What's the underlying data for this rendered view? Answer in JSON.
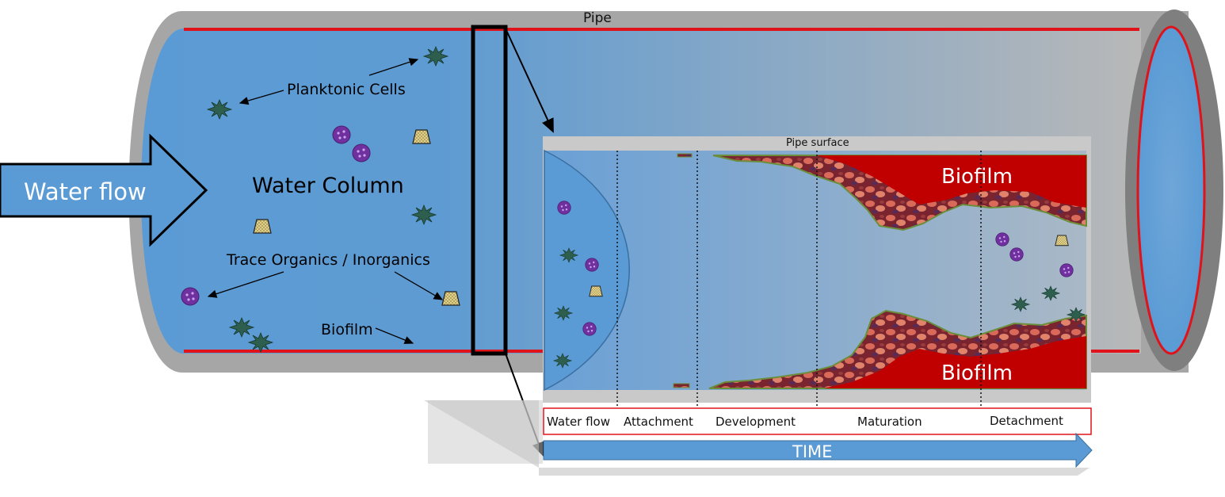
{
  "labels": {
    "pipe": "Pipe",
    "water_flow_arrow": "Water flow",
    "planktonic_cells": "Planktonic Cells",
    "water_column": "Water Column",
    "trace_organics": "Trace Organics / Inorganics",
    "biofilm_bottom": "Biofilm",
    "pipe_surface": "Pipe surface",
    "biofilm_upper": "Biofilm",
    "biofilm_lower": "Biofilm",
    "time": "TIME"
  },
  "stages": [
    "Water flow",
    "Attachment",
    "Development",
    "Maturation",
    "Detachment"
  ],
  "colors": {
    "water": "#5b9bd5",
    "pipe_gray": "#a6a6a6",
    "pipe_dark": "#7f7f7f",
    "wall_red": "#e0131a",
    "biofilm_red": "#c00000",
    "cell_green": "#2e5e4e",
    "particle_purple": "#7030a0",
    "particle_tan": "#d9c57a"
  }
}
